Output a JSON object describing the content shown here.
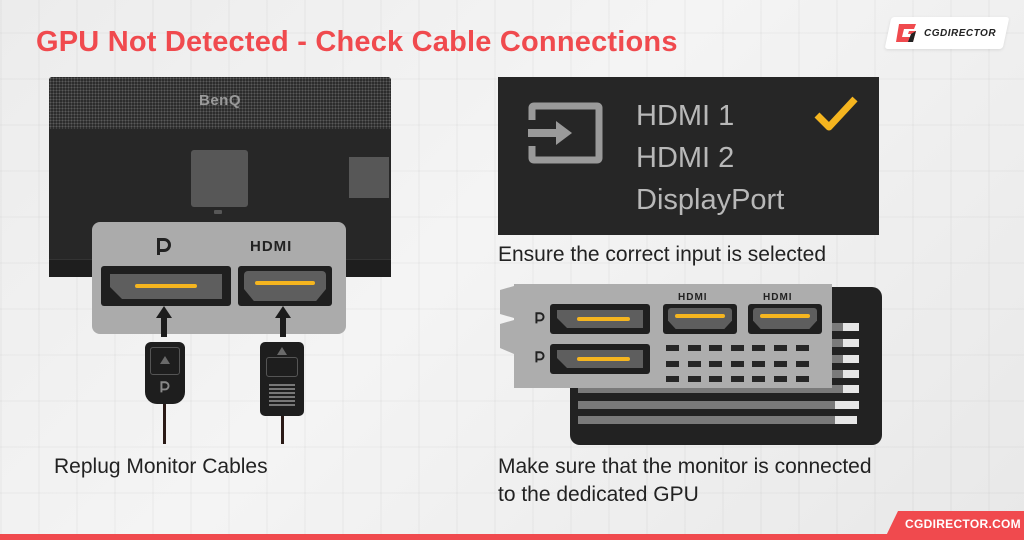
{
  "title": "GPU Not Detected - Check Cable Connections",
  "logo": {
    "text": "CGDIRECTOR"
  },
  "monitor": {
    "brand": "BenQ",
    "ports": [
      {
        "label": "D",
        "type": "DisplayPort"
      },
      {
        "label": "HDMI",
        "type": "HDMI"
      }
    ]
  },
  "left_caption": "Replug Monitor Cables",
  "osd": {
    "icon": "input-source-icon",
    "inputs": [
      {
        "label": "HDMI 1",
        "selected": true
      },
      {
        "label": "HDMI 2",
        "selected": false
      },
      {
        "label": "DisplayPort",
        "selected": false
      }
    ],
    "caption": "Ensure the correct input is selected"
  },
  "gpu": {
    "port_labels": {
      "hdmi_1": "HDMI",
      "hdmi_2": "HDMI",
      "dp_1": "D",
      "dp_2": "D"
    },
    "caption_line1": "Make sure that the monitor is connected",
    "caption_line2": "to the dedicated GPU"
  },
  "footer": {
    "site": "CGDIRECTOR.COM"
  },
  "colors": {
    "accent_red": "#f04a4e",
    "pin_yellow": "#f5b51f",
    "dark": "#262626",
    "panel_gray": "#ababab"
  }
}
